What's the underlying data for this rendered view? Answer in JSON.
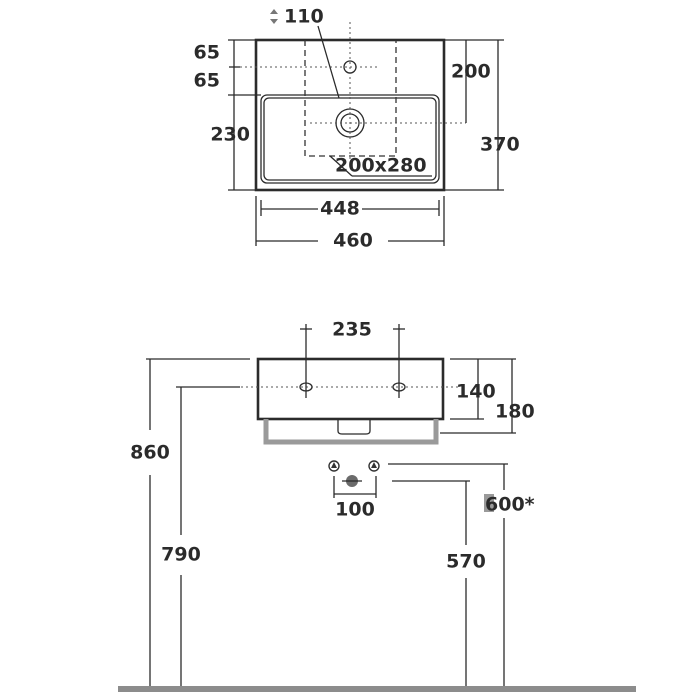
{
  "top_view": {
    "hole_diameter_label": "110",
    "tap_hole_spacing_1": "65",
    "tap_hole_spacing_2": "65",
    "bowl_depth_offset": "230",
    "waste_offset": "200",
    "overall_depth": "370",
    "cutout_label": "200x280",
    "inner_width": "448",
    "overall_width": "460"
  },
  "front_view": {
    "tap_spacing": "235",
    "height_140": "140",
    "height_180": "180",
    "height_860": "860",
    "height_790": "790",
    "fitting_spacing": "100",
    "height_600": "600*",
    "height_570": "570"
  },
  "colors": {
    "line": "#2b2b2b",
    "floor": "#8c8c8c",
    "bracket": "#9a9a9a"
  }
}
